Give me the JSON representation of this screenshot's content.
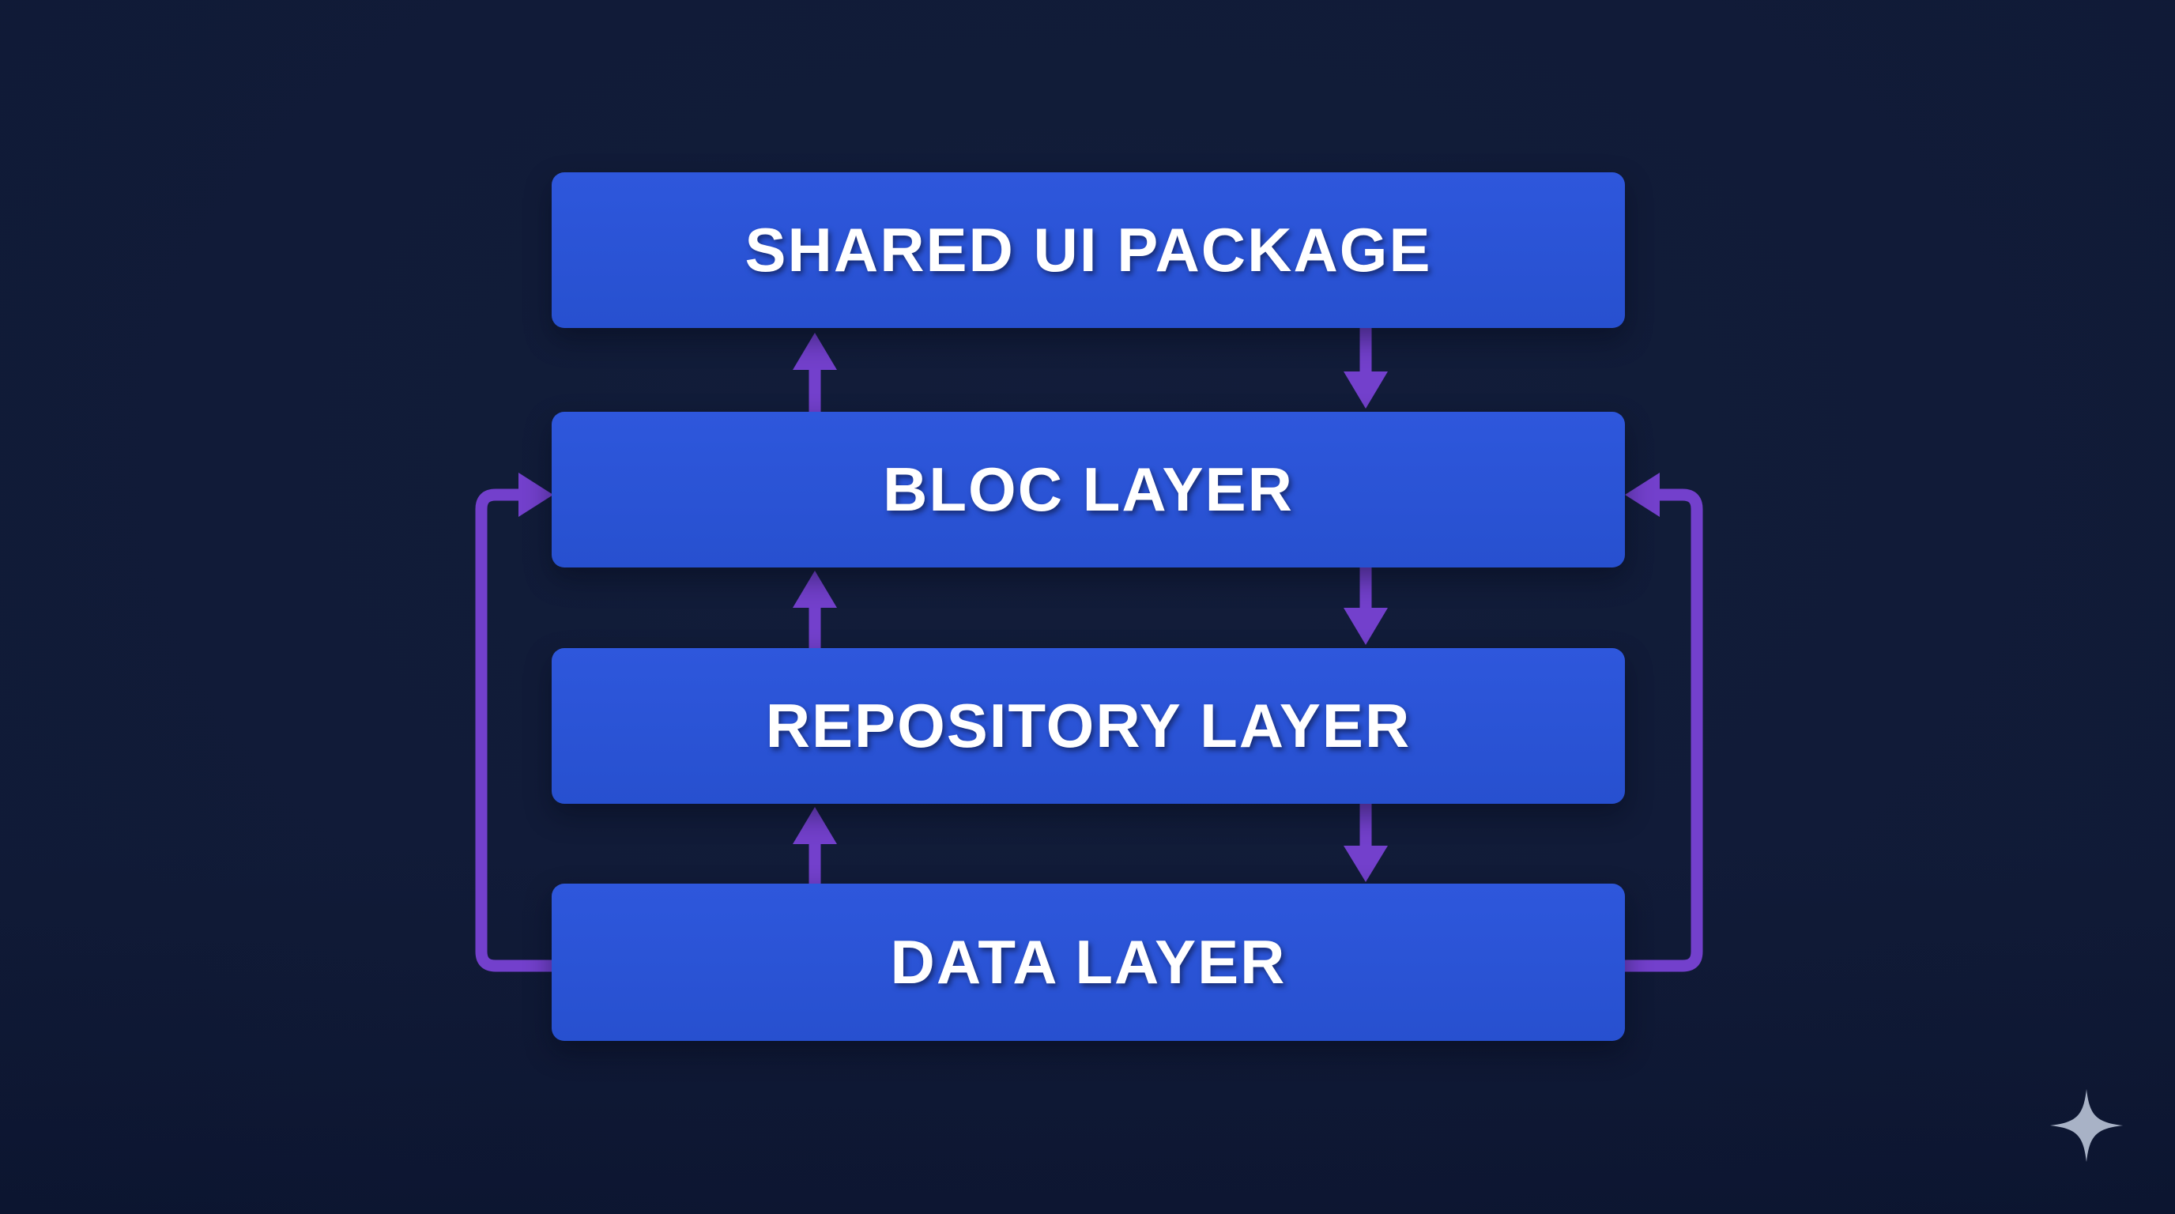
{
  "diagram": {
    "title": "Flutter layered architecture diagram",
    "layers": [
      {
        "id": "shared-ui-package",
        "label": "SHARED UI PACKAGE"
      },
      {
        "id": "bloc-layer",
        "label": "BLOC LAYER"
      },
      {
        "id": "repository-layer",
        "label": "REPOSITORY LAYER"
      },
      {
        "id": "data-layer",
        "label": "DATA LAYER"
      }
    ],
    "edges": [
      {
        "from": "bloc-layer",
        "to": "shared-ui-package",
        "style": "straight-up-arrow"
      },
      {
        "from": "shared-ui-package",
        "to": "bloc-layer",
        "style": "straight-down-arrow"
      },
      {
        "from": "repository-layer",
        "to": "bloc-layer",
        "style": "straight-up-arrow"
      },
      {
        "from": "bloc-layer",
        "to": "repository-layer",
        "style": "straight-down-arrow"
      },
      {
        "from": "data-layer",
        "to": "repository-layer",
        "style": "straight-up-arrow"
      },
      {
        "from": "repository-layer",
        "to": "data-layer",
        "style": "straight-down-arrow"
      },
      {
        "from": "data-layer",
        "to": "bloc-layer",
        "style": "left-side-loop-arrow"
      },
      {
        "from": "data-layer",
        "to": "bloc-layer",
        "style": "right-side-loop-arrow"
      }
    ]
  },
  "icons": {
    "sparkle": "four-point-star"
  },
  "colors": {
    "background": "#101a36",
    "background_edge": "#0c1530",
    "box_top": "#2e57dc",
    "box_bottom": "#2750cf",
    "arrow": "#7340cc",
    "text": "#ffffff",
    "sparkle": "#a8b2c6"
  }
}
